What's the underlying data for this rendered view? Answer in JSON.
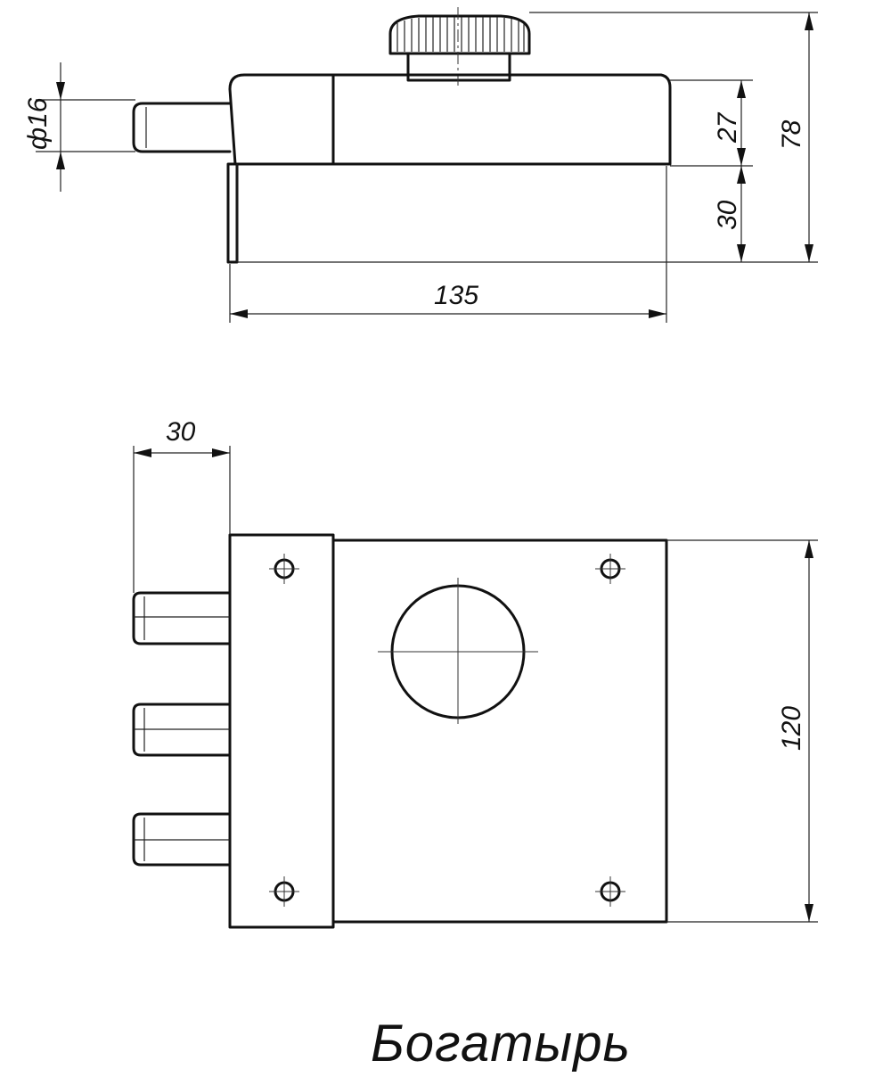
{
  "dimensions": {
    "bolt_diameter": "ф16",
    "body_height": "27",
    "plate_height": "30",
    "total_height": "78",
    "length": "135",
    "bolt_projection": "30",
    "width": "120"
  },
  "title": "Богатырь"
}
